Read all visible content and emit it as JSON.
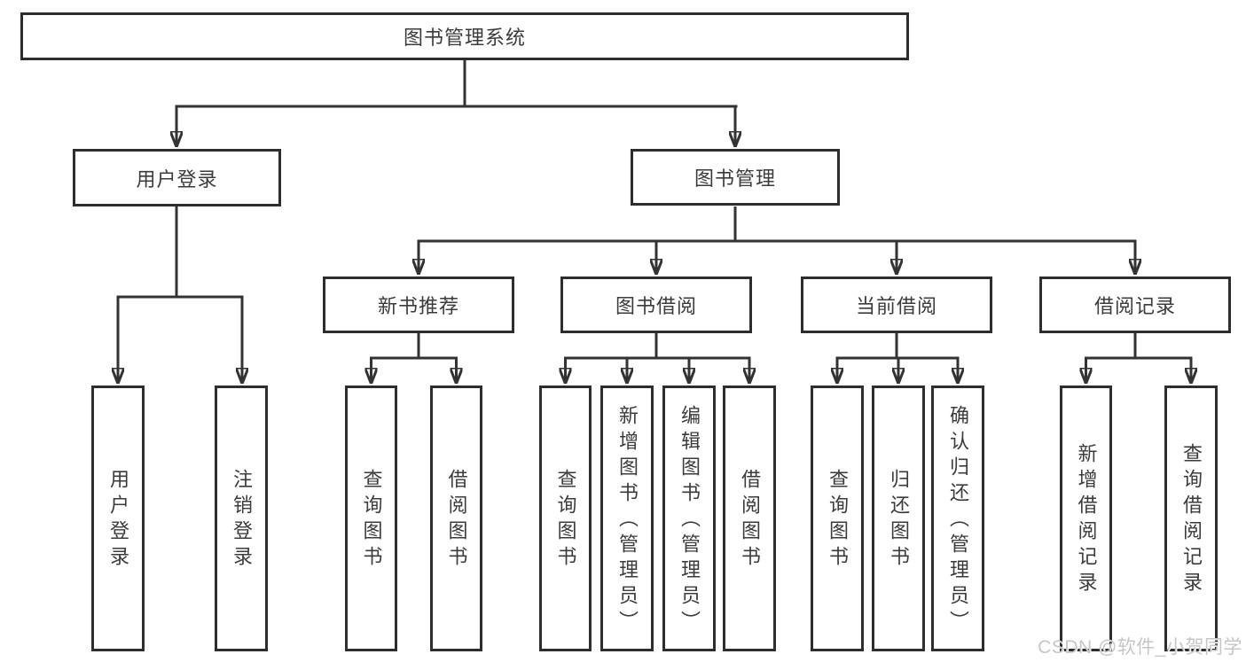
{
  "title": "图书管理系统",
  "watermark": "CSDN @软件_小贺同学",
  "colors": {
    "line": "#333333",
    "box_border": "#2d2d2d",
    "text": "#3b3b3b",
    "watermark": "#c6c6c6",
    "background": "#ffffff"
  },
  "nodes": {
    "root": {
      "label": "图书管理系统"
    },
    "user_login": {
      "label": "用户登录"
    },
    "book_management": {
      "label": "图书管理"
    },
    "new_book_recommend": {
      "label": "新书推荐"
    },
    "book_borrowing": {
      "label": "图书借阅"
    },
    "current_borrowing": {
      "label": "当前借阅"
    },
    "borrowing_records": {
      "label": "借阅记录"
    },
    "leaf_user_login": {
      "label": "用户登录"
    },
    "leaf_logout": {
      "label": "注销登录"
    },
    "leaf_query_books_recommend": {
      "label": "查询图书"
    },
    "leaf_borrow_books_recommend": {
      "label": "借阅图书"
    },
    "leaf_query_books_borrowing": {
      "label": "查询图书"
    },
    "leaf_add_books_admin": {
      "label": "新增图书（管理员）"
    },
    "leaf_edit_books_admin": {
      "label": "编辑图书（管理员）"
    },
    "leaf_borrow_books_borrowing": {
      "label": "借阅图书"
    },
    "leaf_query_books_current": {
      "label": "查询图书"
    },
    "leaf_return_books": {
      "label": "归还图书"
    },
    "leaf_confirm_return_admin": {
      "label": "确认归还（管理员）"
    },
    "leaf_add_borrow_record": {
      "label": "新增借阅记录"
    },
    "leaf_query_borrow_record": {
      "label": "查询借阅记录"
    }
  },
  "structure": {
    "root": [
      "user_login",
      "book_management"
    ],
    "user_login": [
      "leaf_user_login",
      "leaf_logout"
    ],
    "book_management": [
      "new_book_recommend",
      "book_borrowing",
      "current_borrowing",
      "borrowing_records"
    ],
    "new_book_recommend": [
      "leaf_query_books_recommend",
      "leaf_borrow_books_recommend"
    ],
    "book_borrowing": [
      "leaf_query_books_borrowing",
      "leaf_add_books_admin",
      "leaf_edit_books_admin",
      "leaf_borrow_books_borrowing"
    ],
    "current_borrowing": [
      "leaf_query_books_current",
      "leaf_return_books",
      "leaf_confirm_return_admin"
    ],
    "borrowing_records": [
      "leaf_add_borrow_record",
      "leaf_query_borrow_record"
    ]
  }
}
